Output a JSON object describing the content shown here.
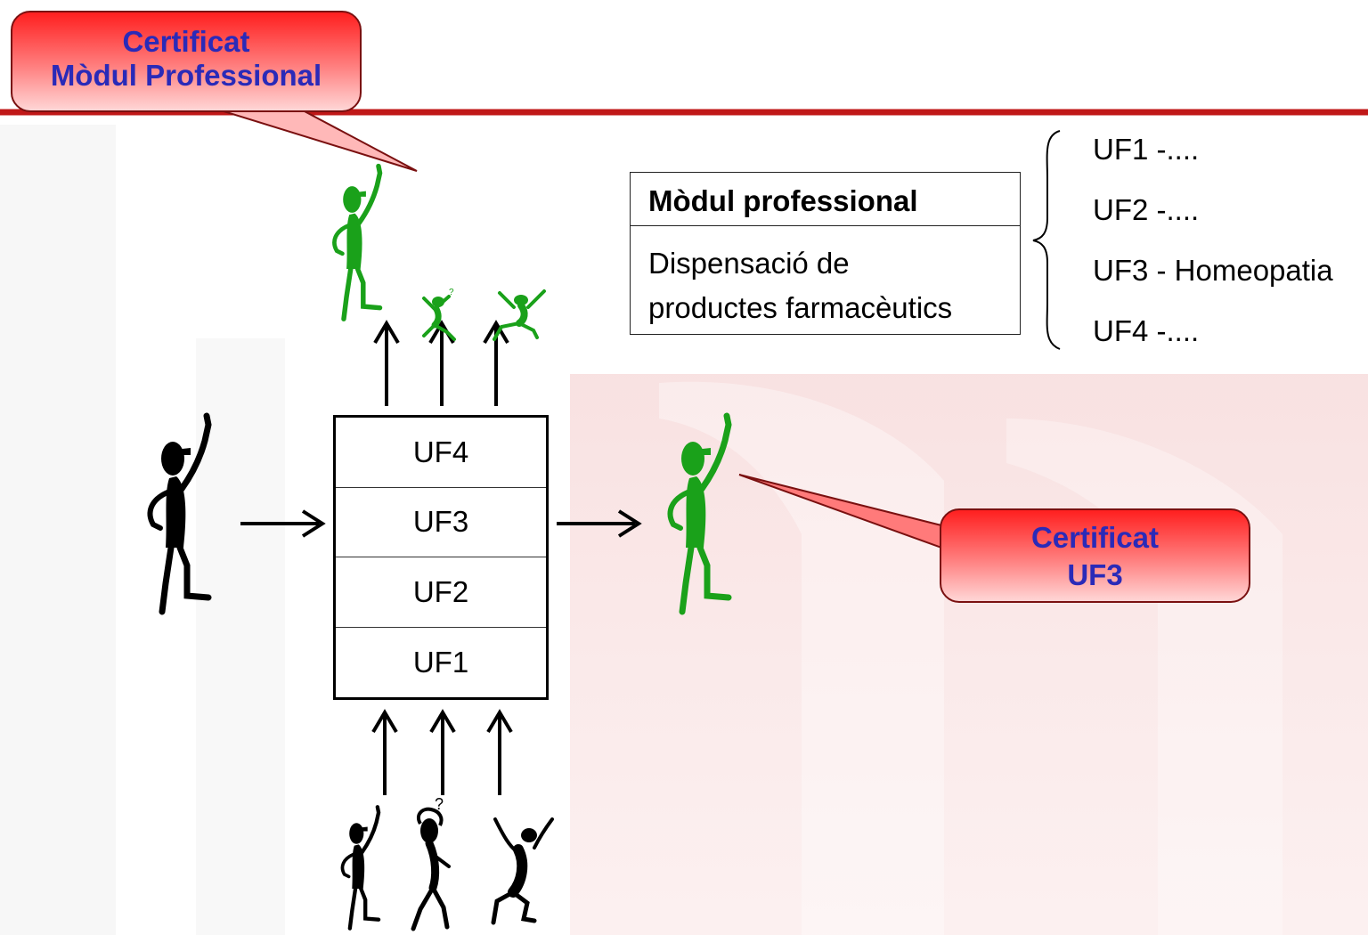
{
  "callouts": {
    "module": {
      "line1": "Certificat",
      "line2": "Mòdul Professional"
    },
    "uf3": {
      "line1": "Certificat",
      "line2": "UF3"
    }
  },
  "module_table": {
    "header": "Mòdul professional",
    "body_line1": "Dispensació de",
    "body_line2": "productes farmacèutics"
  },
  "uf_list": [
    "UF1 -....",
    "UF2 -....",
    "UF3 - Homeopatia",
    "UF4 -...."
  ],
  "stack": [
    "UF4",
    "UF3",
    "UF2",
    "UF1"
  ],
  "colors": {
    "accent_line": "#c01818",
    "callout_text": "#2a2ab8",
    "certified_figure": "#1aa11a",
    "figure": "#000000"
  }
}
